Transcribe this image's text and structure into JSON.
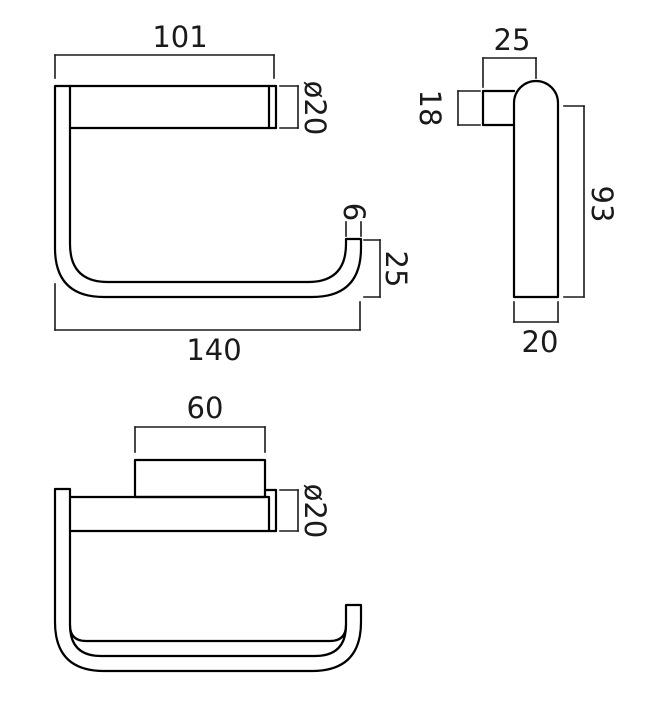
{
  "diagram": {
    "title": "",
    "line_color": "#000000",
    "labels": {
      "front_width_top": "101",
      "front_diameter": "ø20",
      "front_end_width": "6",
      "front_end_height": "25",
      "front_width_bottom": "140",
      "side_top_width": "25",
      "side_offset": "18",
      "side_height": "93",
      "side_depth": "20",
      "bottom_mount_width": "60",
      "bottom_diameter": "ø20"
    }
  }
}
